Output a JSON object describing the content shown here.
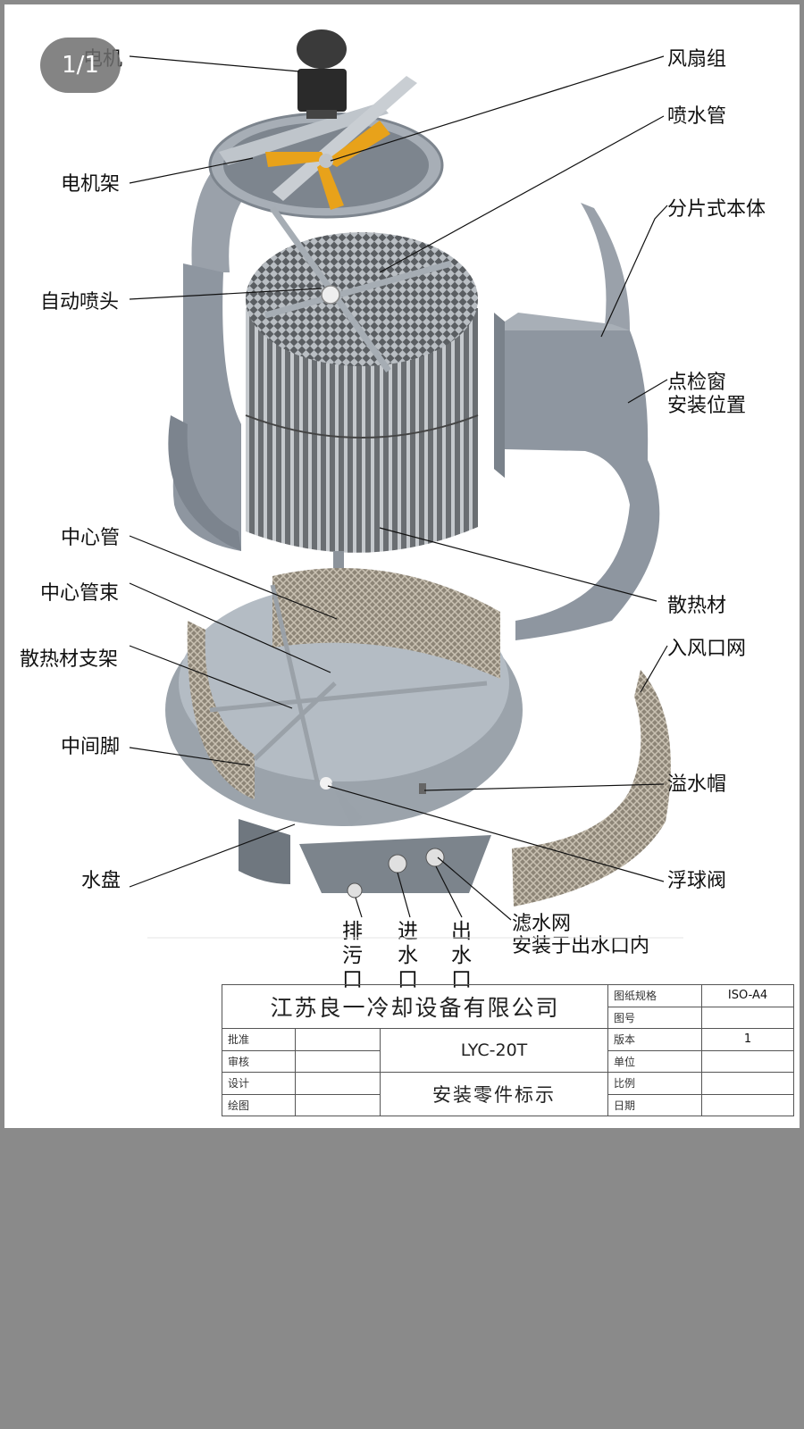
{
  "viewer": {
    "page_indicator": "1/1"
  },
  "labels": {
    "motor": "电机",
    "fan_group": "风扇组",
    "spray_pipe": "喷水管",
    "motor_frame": "电机架",
    "sectional_body": "分片式本体",
    "auto_sprinkler": "自动喷头",
    "inspection_window_1": "点检窗",
    "inspection_window_2": "安装位置",
    "center_pipe": "中心管",
    "center_pipe_bundle": "中心管束",
    "fill_support": "散热材支架",
    "heat_fill": "散热材",
    "inlet_screen": "入风口网",
    "middle_leg": "中间脚",
    "overflow_cap": "溢水帽",
    "water_basin": "水盘",
    "float_valve": "浮球阀",
    "filter_1": "滤水网",
    "filter_2": "安装于出水口内",
    "drain": [
      "排",
      "污",
      "口"
    ],
    "water_in": [
      "进",
      "水",
      "口"
    ],
    "water_out": [
      "出",
      "水",
      "口"
    ]
  },
  "title_block": {
    "company": "江苏良一冷却设备有限公司",
    "model": "LYC-20T",
    "subject": "安装零件标示",
    "rows_left": [
      "批准",
      "审核",
      "设计",
      "绘图"
    ],
    "paper_size_label": "图纸规格",
    "paper_size_value": "ISO-A4",
    "drawing_no_label": "图号",
    "version_label": "版本",
    "version_value": "1",
    "unit_label": "单位",
    "scale_label": "比例",
    "date_label": "日期"
  },
  "colors": {
    "body": "#8e96a0",
    "basin": "#b4bcc4",
    "fan_blade": "#e8a21a",
    "background": "#8a8a8a"
  }
}
